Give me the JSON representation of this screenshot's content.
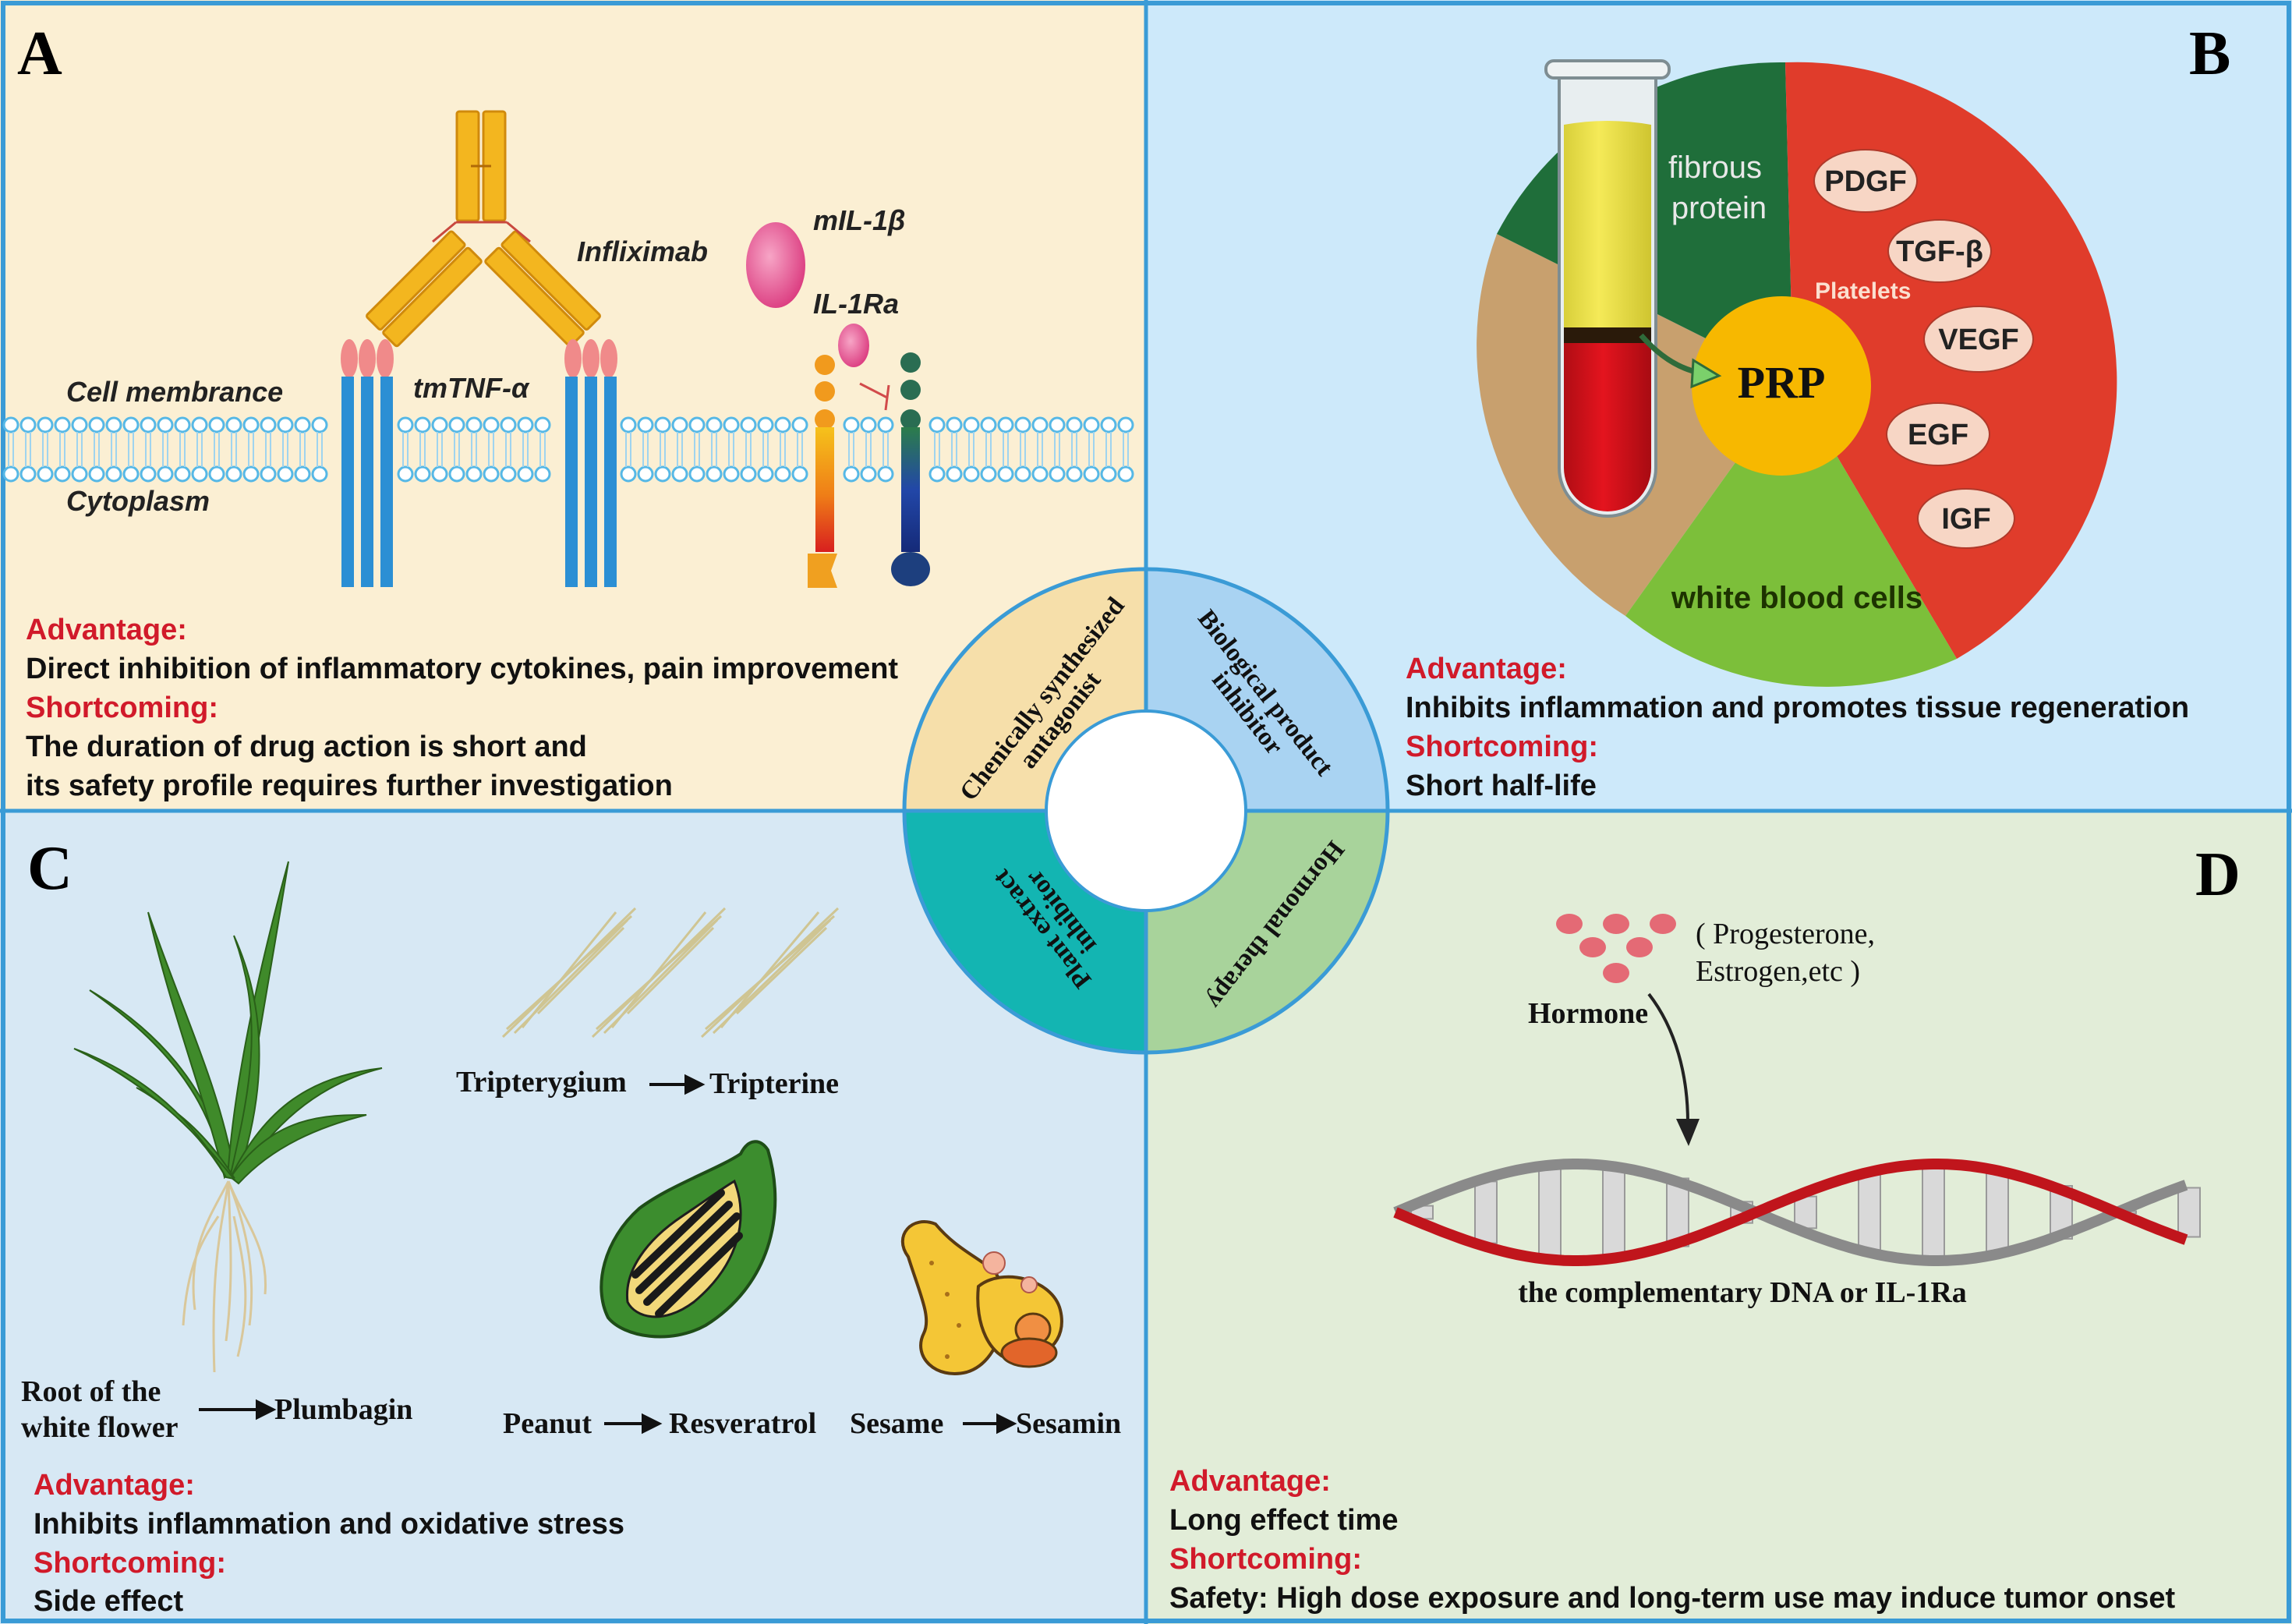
{
  "colors": {
    "panel_a_bg": "#fbefd3",
    "panel_b_bg": "#cde9fa",
    "panel_c_bg": "#d7e8f4",
    "panel_d_bg": "#e2edd8",
    "divider": "#3a9bd6",
    "advantage_red": "#d11a2a",
    "prp_brown": "#c8a06e",
    "prp_green_dark": "#1f6e3a",
    "prp_red": "#e03c2b",
    "prp_green_light": "#7cbf3a",
    "prp_yellow": "#f7b800",
    "membrane_blue": "#56b8e6",
    "receptor_blue": "#2b8fd4",
    "antibody_yellow": "#f3b61f",
    "il1b_pink": "#e0458a",
    "dna_red": "#c0151c",
    "dna_gray": "#8a8a8a",
    "hormone_dot": "#e46a75"
  },
  "panel_a": {
    "letter": "A",
    "labels": {
      "infliximab": "Infliximab",
      "mil1b": "mIL-1β",
      "il1ra": "IL-1Ra",
      "cell_membrane": "Cell membrance",
      "tmtnf": "tmTNF-α",
      "cytoplasm": "Cytoplasm"
    },
    "advantage_title": "Advantage:",
    "advantage_text": "Direct inhibition of inflammatory cytokines, pain improvement",
    "shortcoming_title": "Shortcoming:",
    "shortcoming_line1": "The duration of drug action is short and",
    "shortcoming_line2": "its safety profile requires further investigation"
  },
  "panel_b": {
    "letter": "B",
    "labels": {
      "fibrous_line1": "fibrous",
      "fibrous_line2": "protein",
      "platelets": "Platelets",
      "prp": "PRP",
      "white_blood_cells": "white blood cells",
      "factors": [
        "PDGF",
        "TGF-β",
        "VEGF",
        "EGF",
        "IGF"
      ]
    },
    "advantage_title": "Advantage:",
    "advantage_text": "Inhibits inflammation and promotes tissue regeneration",
    "shortcoming_title": "Shortcoming:",
    "shortcoming_text": "Short half-life"
  },
  "panel_c": {
    "letter": "C",
    "labels": {
      "root_line1": "Root of the",
      "root_line2": "white flower",
      "plumbagin": "Plumbagin",
      "tripterygium": "Tripterygium",
      "tripterine": "Tripterine",
      "peanut": "Peanut",
      "resveratrol": "Resveratrol",
      "sesame": "Sesame",
      "sesamin": "Sesamin"
    },
    "advantage_title": "Advantage:",
    "advantage_text": "Inhibits inflammation and oxidative stress",
    "shortcoming_title": "Shortcoming:",
    "shortcoming_text": "Side effect"
  },
  "panel_d": {
    "letter": "D",
    "labels": {
      "hormone_list_line1": "( Progesterone,",
      "hormone_list_line2": "Estrogen,etc )",
      "hormone": "Hormone",
      "dna": "the complementary DNA or IL-1Ra"
    },
    "advantage_title": "Advantage:",
    "advantage_text": "Long effect time",
    "shortcoming_title": "Shortcoming:",
    "shortcoming_text": "Safety: High dose exposure and long-term use may induce tumor onset"
  },
  "center_ring": {
    "q1_line1": "Chenically synthesized",
    "q1_line2": "antagonist",
    "q2_line1": "Biological product",
    "q2_line2": "inhibitor",
    "q3_line1": "Plant extract",
    "q3_line2": "inhibitor",
    "q4_text": "Hormonal therapy"
  }
}
